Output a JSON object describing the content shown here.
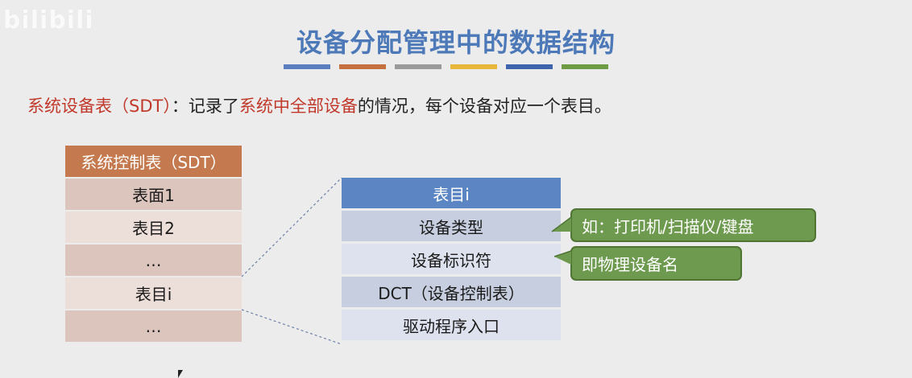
{
  "watermark": "bilibili",
  "title": "设备分配管理中的数据结构",
  "title_bar_colors": [
    "#5b7fbf",
    "#c4713f",
    "#9a9a9a",
    "#e6b73b",
    "#3f64ae",
    "#6d9c45"
  ],
  "description": {
    "part1": "系统设备表（SDT）",
    "part2": "：记录了",
    "part3": "系统中全部设备",
    "part4": "的情况，每个设备对应一个表目。"
  },
  "sdt_table": {
    "header": "系统控制表（SDT）",
    "rows": [
      "表面1",
      "表目2",
      "…",
      "表目i",
      "…"
    ]
  },
  "entry_table": {
    "header": "表目i",
    "rows": [
      "设备类型",
      "设备标识符",
      "DCT（设备控制表）",
      "驱动程序入口"
    ]
  },
  "callouts": {
    "device_type": "如：打印机/扫描仪/键盘",
    "device_id": "即物理设备名"
  },
  "colors": {
    "title": "#4d79b8",
    "highlight_red": "#c0392b",
    "sdt_header": "#c47a4e",
    "entry_header": "#5b86c3",
    "callout": "#6e9a4f"
  }
}
